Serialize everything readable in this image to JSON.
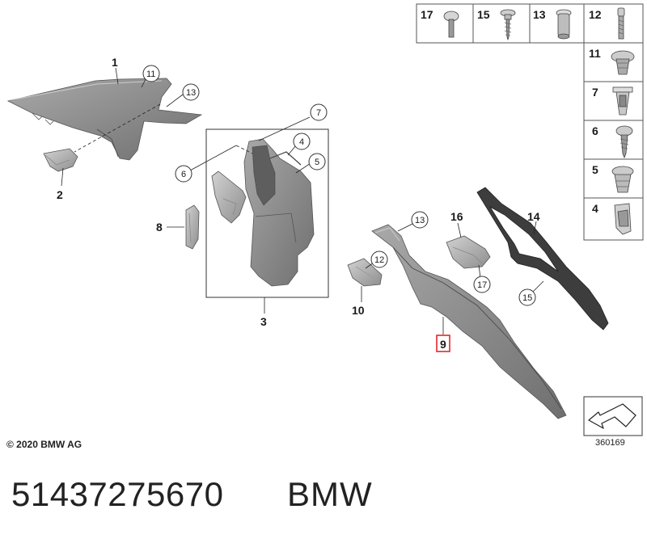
{
  "copyright": "© 2020 BMW AG",
  "diagram_number": "360169",
  "part_number": "51437275670",
  "brand": "BMW",
  "highlighted_callout": "9",
  "highlight_color": "#e0282c",
  "callouts": {
    "c1": "1",
    "c2": "2",
    "c3": "3",
    "c4": "4",
    "c5": "5",
    "c6": "6",
    "c7": "7",
    "c8": "8",
    "c9": "9",
    "c10": "10",
    "c11": "11",
    "c12": "12",
    "c13a": "13",
    "c13b": "13",
    "c14": "14",
    "c15": "15",
    "c16": "16",
    "c17": "17"
  },
  "fastener_table": {
    "top_row": [
      "17",
      "15",
      "13",
      "12"
    ],
    "side_column": [
      "11",
      "7",
      "6",
      "5",
      "4"
    ]
  }
}
